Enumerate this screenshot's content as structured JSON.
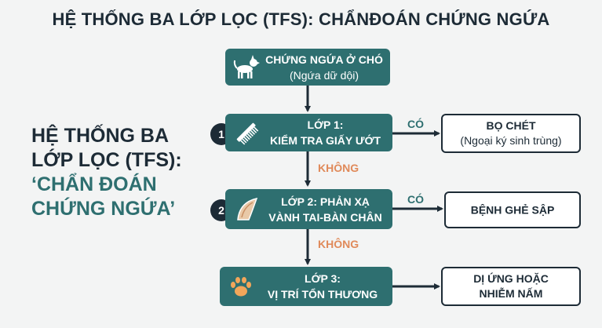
{
  "title": "HỆ THỐNG BA LỚP LỌC (TFS): CHẨNĐOÁN CHỨNG NGỨA",
  "side": {
    "line1": "HỆ THỐNG BA",
    "line2": "LỚP LỌC (TFS):",
    "line3": "‘CHẨN ĐOÁN",
    "line4": "CHỨNG NGỨA’"
  },
  "start": {
    "title": "CHỨNG NGỨA Ở CHÓ",
    "sub": "(Ngứa dữ dội)",
    "icon": "dog-icon"
  },
  "layers": [
    {
      "badge": "1",
      "line1": "LỚP 1:",
      "line2": "KIỂM TRA GIẤY ƯỚT",
      "icon": "comb-icon",
      "yes": "CÓ",
      "no": "KHÔNG"
    },
    {
      "badge": "2",
      "line1": "LỚP 2: PHẢN XẠ",
      "line2": "VÀNH TAI-BÀN CHÂN",
      "icon": "ear-icon",
      "yes": "CÓ",
      "no": "KHÔNG"
    },
    {
      "badge": "",
      "line1": "LỚP 3:",
      "line2": "VỊ TRÍ TỔN THƯƠNG",
      "icon": "paw-icon"
    }
  ],
  "outcomes": [
    {
      "line1": "BỌ CHÉT",
      "line2": "(Ngoại ký sinh trùng)"
    },
    {
      "line1": "BỆNH GHẺ SẬP",
      "line2": ""
    },
    {
      "line1": "DỊ ỨNG HOẶC",
      "line2": "NHIỄM NẤM"
    }
  ],
  "colors": {
    "primary": "#2e6f70",
    "dark": "#1d2b36",
    "no_label": "#e08a5a",
    "background": "#f3f4f4"
  }
}
